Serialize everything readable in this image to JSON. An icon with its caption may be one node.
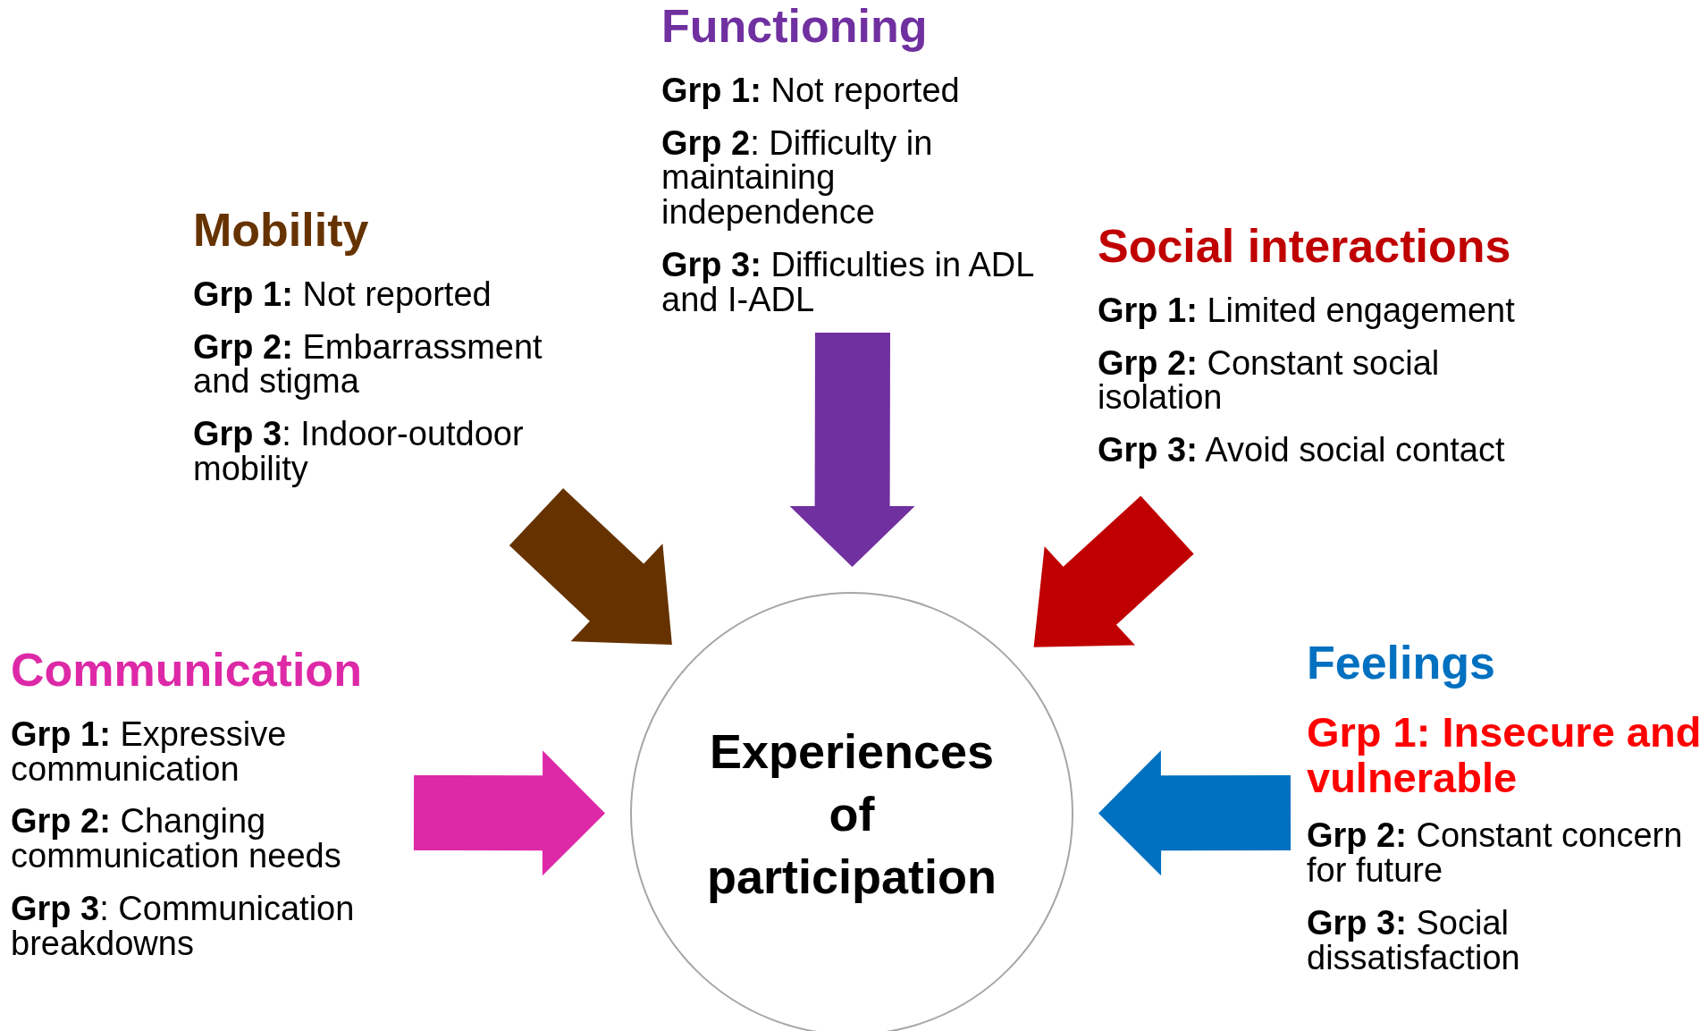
{
  "diagram": {
    "nodes": [
      {
        "text": [
          "Functioning",
          "**Grp 1:** Not reported",
          "**Grp 2**: Difficulty in maintaining independence",
          "**Grp 3:** Difficulties in ADL and I-ADL"
        ]
      },
      {
        "text": [
          "Mobility",
          "**Grp 1:** Not reported",
          "**Grp 2:** Embarrassment and stigma",
          "**Grp 3**: Indoor-outdoor mobility"
        ]
      },
      {
        "text": [
          "Social interactions",
          "**Grp 1:** Limited engagement",
          "**Grp 2:** Constant social isolation",
          "**Grp 3:** Avoid social contact"
        ]
      },
      {
        "text": [
          "Communication",
          "**Grp 1:** Expressive communication",
          "**Grp 2:** Changing communication needs",
          "**Grp 3**: Communication breakdowns"
        ]
      },
      {
        "text": [
          "Feelings",
          "Grp 1: Insecure and vulnerable",
          "**Grp 2:** Constant concern for future",
          "**Grp 3:** Social dissatisfaction"
        ]
      },
      {
        "text": [
          "Experiences of participation"
        ]
      }
    ],
    "edges": [
      {
        "from": 0,
        "to": 5,
        "arrow": "to",
        "style": "thick",
        "color": "#7030a0"
      },
      {
        "from": 1,
        "to": 5,
        "arrow": "to",
        "style": "thick",
        "color": "#663300"
      },
      {
        "from": 2,
        "to": 5,
        "arrow": "to",
        "style": "thick",
        "color": "#c00000"
      },
      {
        "from": 3,
        "to": 5,
        "arrow": "to",
        "style": "thick",
        "color": "#dd29a7"
      },
      {
        "from": 4,
        "to": 5,
        "arrow": "to",
        "style": "thick",
        "color": "#0070c0"
      }
    ]
  }
}
